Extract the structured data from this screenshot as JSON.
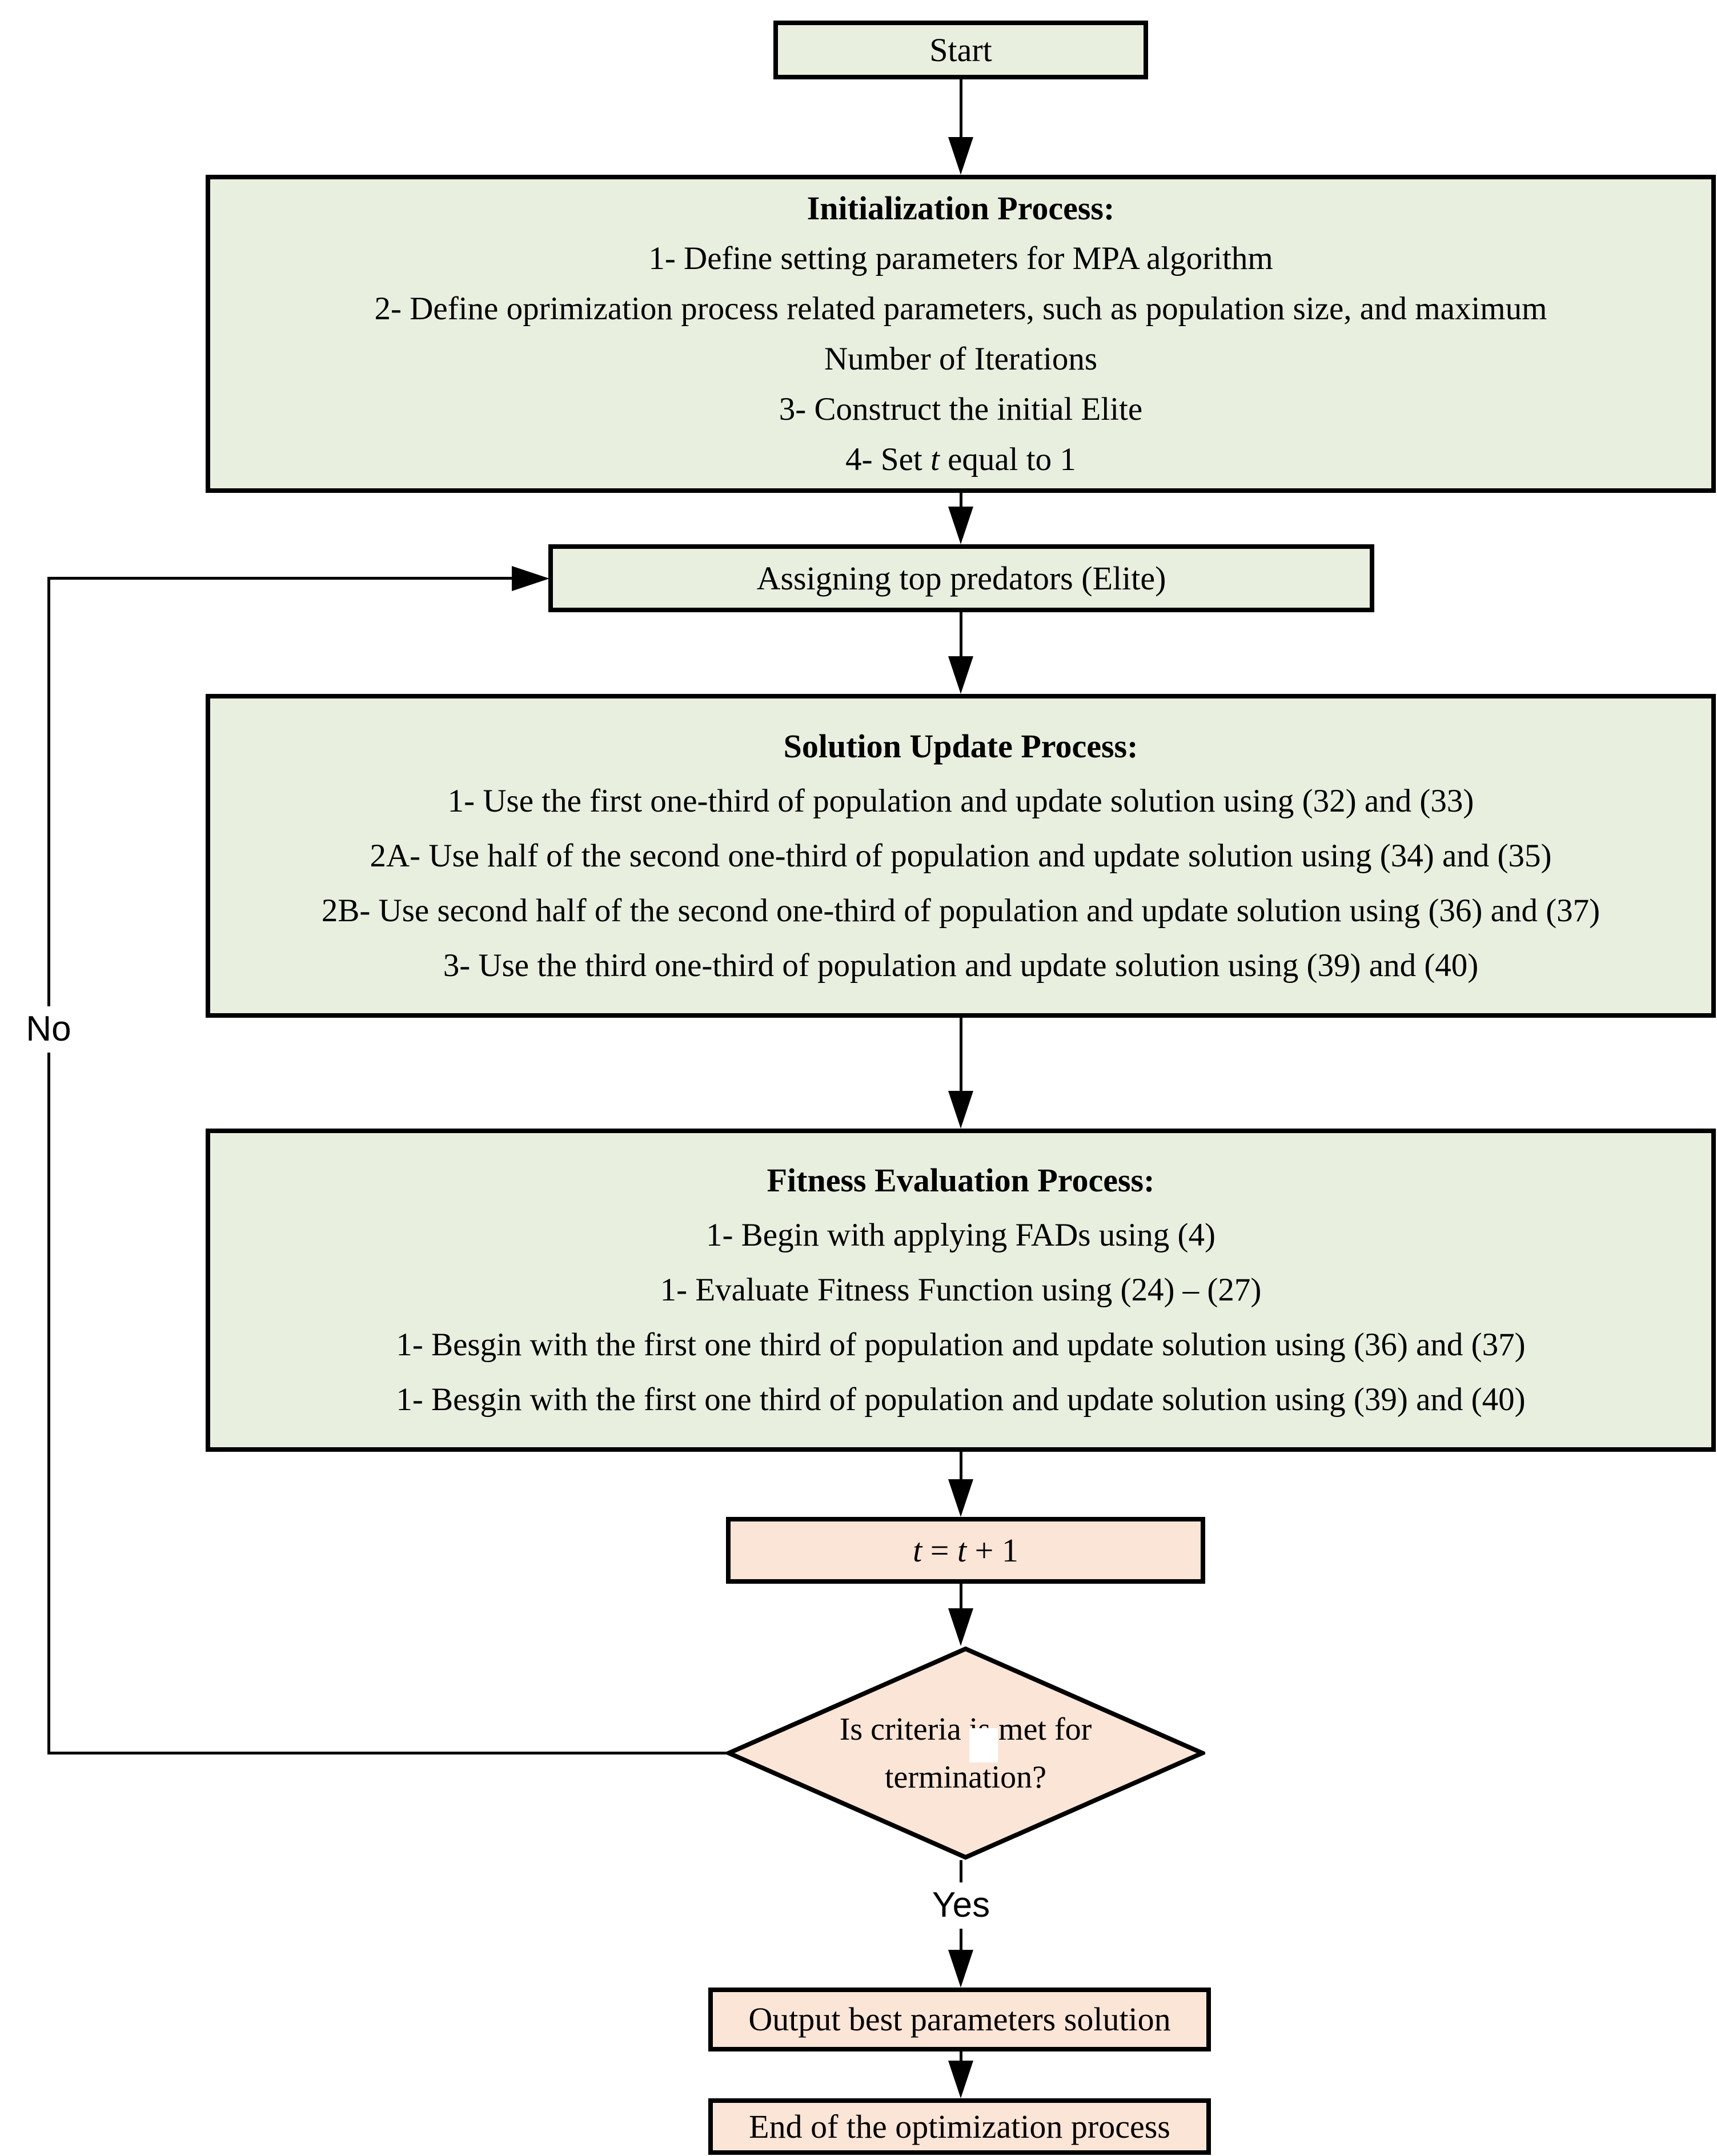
{
  "colors": {
    "process_fill": "#e8efdf",
    "terminal_fill": "#fbe5d6",
    "line": "#000000"
  },
  "nodes": {
    "start": {
      "label": "Start"
    },
    "initialization": {
      "title": "Initialization Process:",
      "line1": "1- Define setting parameters for MPA algorithm",
      "line2": "2- Define oprimization process related parameters, such as population size, and maximum",
      "line3": "Number of Iterations",
      "line4": "3- Construct the initial Elite",
      "line5": {
        "pre": "4- Set ",
        "var": "t",
        "post": " equal to 1"
      }
    },
    "assign_elite": {
      "label": "Assigning top predators (Elite)"
    },
    "solution_update": {
      "title": "Solution Update Process:",
      "line1": "1- Use the first one-third of population and update solution using (32) and (33)",
      "line2": "2A- Use half of the second one-third of population and update solution using (34) and (35)",
      "line3": "2B- Use second half of the second one-third of population and update solution using (36) and (37)",
      "line4": "3- Use the third one-third of population and update solution using (39) and (40)"
    },
    "fitness_evaluation": {
      "title": "Fitness Evaluation Process:",
      "line1": "1- Begin with applying FADs using (4)",
      "line2": "1- Evaluate Fitness Function using (24) – (27)",
      "line3": "1- Besgin with the first one third of population and update solution using (36) and (37)",
      "line4": "1- Besgin with the first one third of population and update solution using (39) and (40)"
    },
    "increment": {
      "t1": "t",
      "mid": " = ",
      "t2": "t",
      "end": " + 1"
    },
    "decision": {
      "line1": "Is criteria is met for",
      "line2": "termination?"
    },
    "output": {
      "label": "Output best parameters solution"
    },
    "end": {
      "label": "End of the optimization process"
    }
  },
  "edges": {
    "yes_label": "Yes",
    "no_label": "No"
  }
}
